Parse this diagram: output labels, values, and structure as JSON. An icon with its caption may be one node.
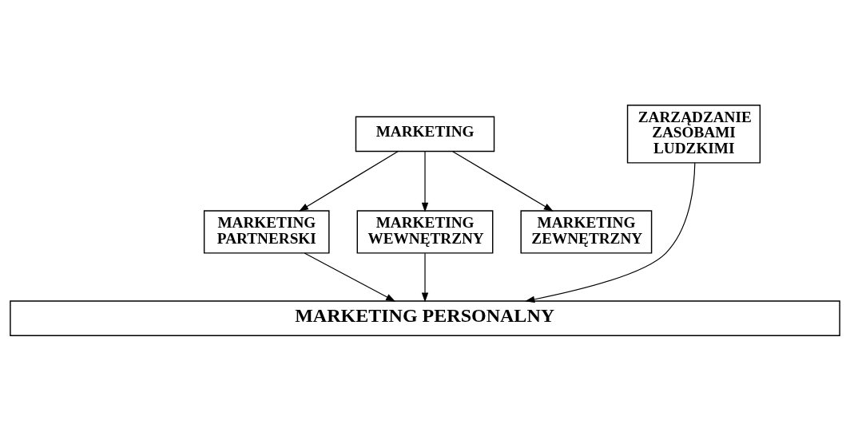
{
  "diagram": {
    "nodes": [
      {
        "text": [
          "MARKETING"
        ]
      },
      {
        "text": [
          "ZARZĄDZANIE ZASOBAMI LUDZKIMI"
        ]
      },
      {
        "text": [
          "MARKETING PARTNERSKI"
        ]
      },
      {
        "text": [
          "MARKETING WEWNĘTRZNY"
        ]
      },
      {
        "text": [
          "MARKETING ZEWNĘTRZNY"
        ]
      },
      {
        "text": [
          "MARKETING PERSONALNY"
        ]
      }
    ],
    "edges": [
      {
        "from": 0,
        "to": 2,
        "arrow": "to"
      },
      {
        "from": 0,
        "to": 3,
        "arrow": "to"
      },
      {
        "from": 0,
        "to": 4,
        "arrow": "to"
      },
      {
        "from": 1,
        "to": 5,
        "arrow": "to"
      },
      {
        "from": 2,
        "to": 5,
        "arrow": "to"
      },
      {
        "from": 3,
        "to": 5,
        "arrow": "to"
      }
    ]
  }
}
